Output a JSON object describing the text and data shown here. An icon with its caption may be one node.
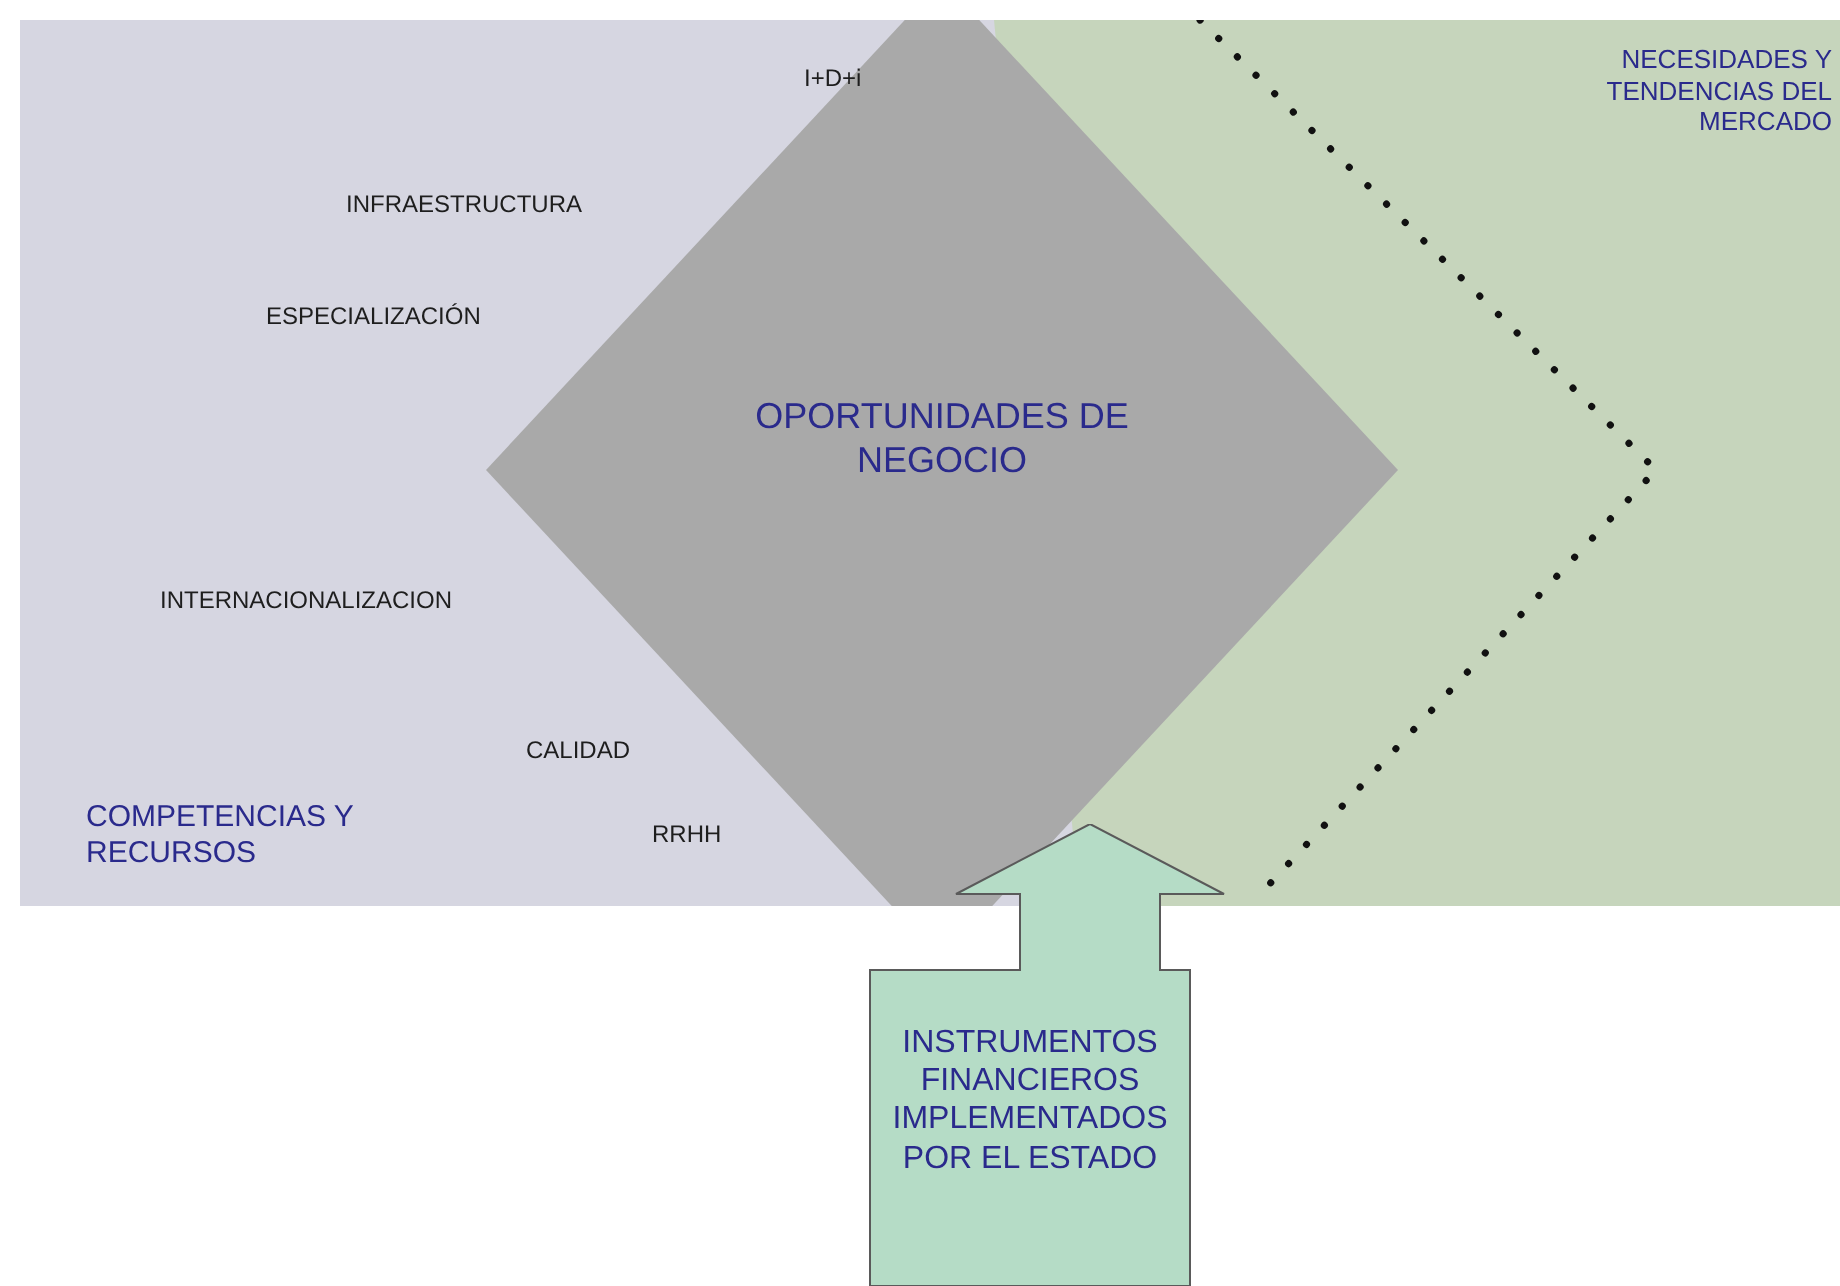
{
  "diagram": {
    "nodes": [
      {
        "text": [
          "COMPETENCIAS Y RECURSOS"
        ]
      },
      {
        "text": [
          "NECESIDADES Y TENDENCIAS DEL MERCADO"
        ]
      },
      {
        "text": [
          "OPORTUNIDADES DE NEGOCIO"
        ]
      },
      {
        "text": [
          "INSTRUMENTOS FINANCIEROS IMPLEMENTADOS POR EL ESTADO"
        ]
      }
    ],
    "labels": [
      "I+D+i",
      "INFRAESTRUCTURA",
      "ESPECIALIZACIÓN",
      "INTERNACIONALIZACION",
      "CALIDAD",
      "RRHH"
    ]
  }
}
